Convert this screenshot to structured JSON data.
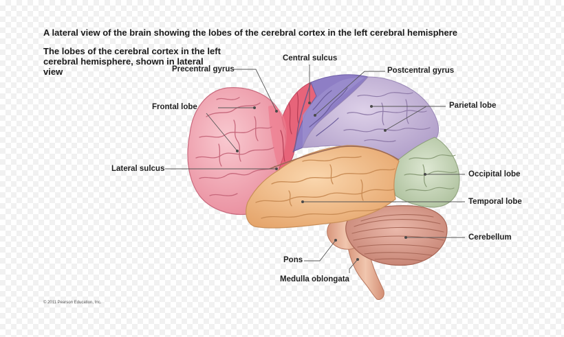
{
  "title": "A lateral view of the brain showing the lobes of the cerebral cortex in the left cerebral hemisphere",
  "subtitle": "The lobes of the cerebral cortex in the left cerebral hemisphere, shown in lateral view",
  "labels": {
    "central_sulcus": "Central sulcus",
    "precentral_gyrus": "Precentral gyrus",
    "postcentral_gyrus": "Postcentral gyrus",
    "frontal_lobe": "Frontal lobe",
    "parietal_lobe": "Parietal lobe",
    "lateral_sulcus": "Lateral sulcus",
    "occipital_lobe": "Occipital lobe",
    "temporal_lobe": "Temporal lobe",
    "cerebellum": "Cerebellum",
    "pons": "Pons",
    "medulla_oblongata": "Medulla oblongata"
  },
  "copyright": "© 2011 Pearson Education, Inc.",
  "colors": {
    "frontal": "#f2a9b4",
    "precentral": "#e8667c",
    "postcentral": "#8f7fc4",
    "parietal": "#c9b8db",
    "occipital": "#c9d8bd",
    "temporal": "#f5c28f",
    "cerebellum": "#d99a8c",
    "brainstem": "#e8b39c"
  }
}
